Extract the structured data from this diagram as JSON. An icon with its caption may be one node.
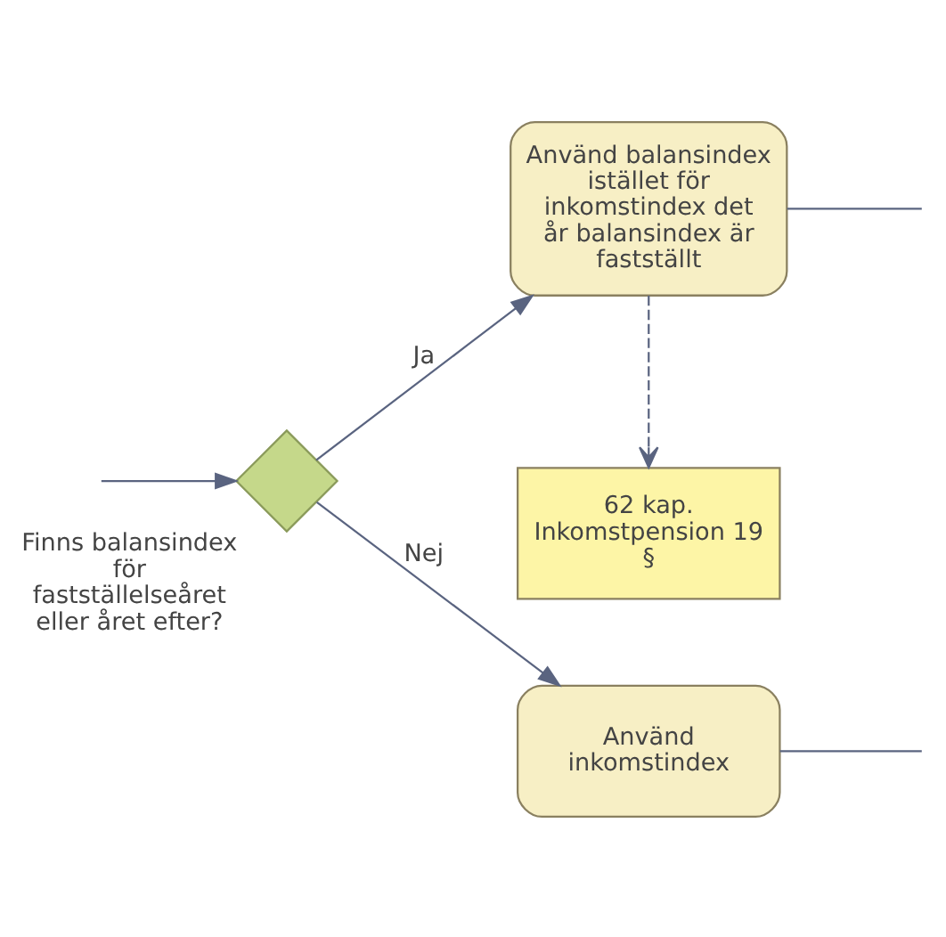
{
  "diagram": {
    "nodes": [
      {
        "text": [
          "Finns balansindex för fastställelseåret eller året efter?"
        ]
      },
      {
        "text": [
          "62 kap. Inkomstpension 19 §"
        ]
      },
      {
        "text": [
          "Använd balansindex istället för inkomstindex det år balansindex är fastställt"
        ]
      },
      {
        "text": [
          "Använd inkomstindex"
        ]
      }
    ],
    "edges": [
      {
        "from": null,
        "to": 0,
        "arrow": "to"
      },
      {
        "from": 0,
        "to": 2,
        "arrow": "to",
        "label": "Ja"
      },
      {
        "from": 2,
        "to": 1,
        "arrow": "to",
        "style": "dashed"
      },
      {
        "from": 0,
        "to": 3,
        "arrow": "to",
        "label": "Nej"
      },
      {
        "from": 2,
        "to": null,
        "arrow": "none"
      },
      {
        "from": 3,
        "to": null,
        "arrow": "none"
      }
    ]
  }
}
